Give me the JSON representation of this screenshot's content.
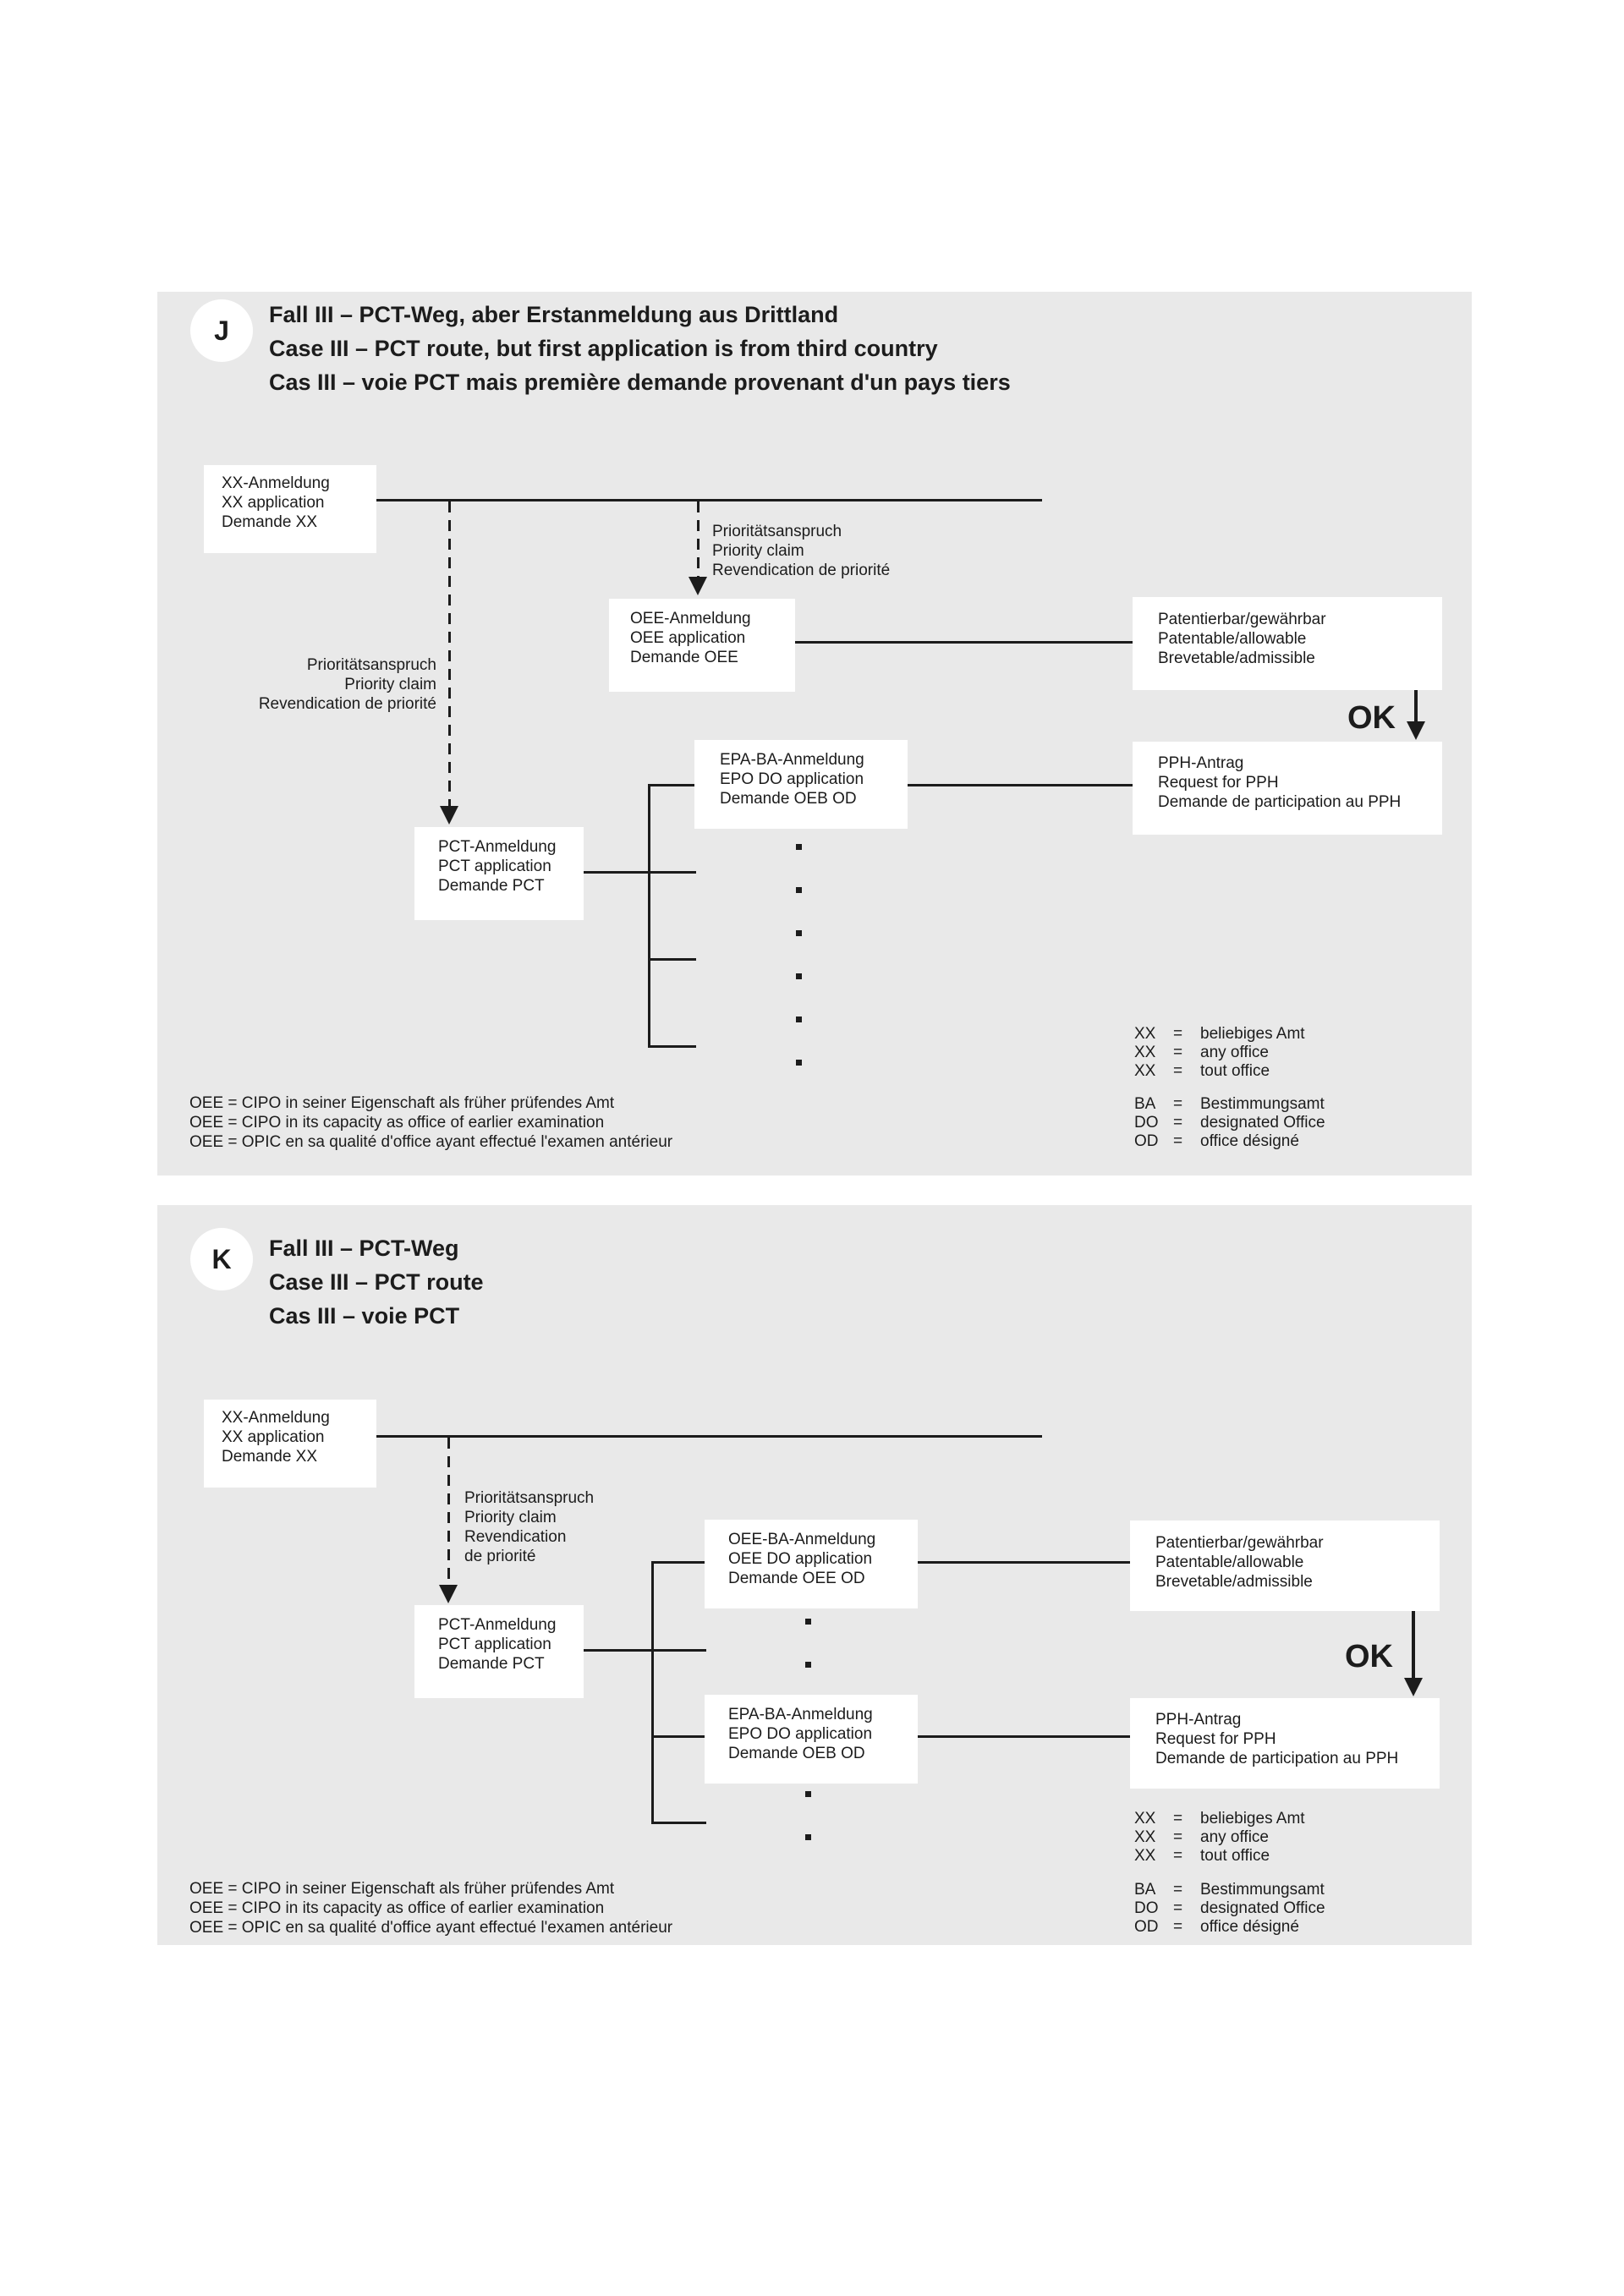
{
  "colors": {
    "panel_background": "#e9e9e9",
    "box_background": "#ffffff",
    "line": "#1c1c1c",
    "text": "#1c1c1c"
  },
  "panels": {
    "j": {
      "badge": "J",
      "title": [
        "Fall III – PCT-Weg, aber Erstanmeldung aus Drittland",
        "Case III – PCT route, but first application is from third country",
        "Cas III – voie PCT mais première demande provenant d'un pays tiers"
      ],
      "xx_box": [
        "XX-Anmeldung",
        "XX application",
        "Demande XX"
      ],
      "priority_right": [
        "Prioritätsanspruch",
        "Priority claim",
        "Revendication de priorité"
      ],
      "priority_left": [
        "Prioritätsanspruch",
        "Priority claim",
        "Revendication de priorité"
      ],
      "oee_box": [
        "OEE-Anmeldung",
        "OEE application",
        "Demande OEE"
      ],
      "patentable_box": [
        "Patentierbar/gewährbar",
        "Patentable/allowable",
        "Brevetable/admissible"
      ],
      "ok": "OK",
      "pph_box": [
        "PPH-Antrag",
        "Request for PPH",
        "Demande de participation au PPH"
      ],
      "epa_box": [
        "EPA-BA-Anmeldung",
        "EPO DO application",
        "Demande OEB OD"
      ],
      "pct_box": [
        "PCT-Anmeldung",
        "PCT application",
        "Demande PCT"
      ],
      "legend_xx": [
        [
          "XX",
          "=",
          "beliebiges Amt"
        ],
        [
          "XX",
          "=",
          "any office"
        ],
        [
          "XX",
          "=",
          "tout office"
        ]
      ],
      "legend_ba": [
        [
          "BA",
          "=",
          "Bestimmungsamt"
        ],
        [
          "DO",
          "=",
          "designated Office"
        ],
        [
          "OD",
          "=",
          "office désigné"
        ]
      ],
      "footer": [
        "OEE = CIPO in seiner Eigenschaft als früher prüfendes Amt",
        "OEE = CIPO in its capacity as office of earlier examination",
        "OEE = OPIC en sa qualité d'office ayant effectué l'examen antérieur"
      ]
    },
    "k": {
      "badge": "K",
      "title": [
        "Fall III – PCT-Weg",
        "Case III – PCT route",
        "Cas III – voie PCT"
      ],
      "xx_box": [
        "XX-Anmeldung",
        "XX application",
        "Demande XX"
      ],
      "priority_label": [
        "Prioritätsanspruch",
        "Priority claim",
        "Revendication",
        "de priorité"
      ],
      "oee_ba_box": [
        "OEE-BA-Anmeldung",
        "OEE DO application",
        "Demande OEE OD"
      ],
      "patentable_box": [
        "Patentierbar/gewährbar",
        "Patentable/allowable",
        "Brevetable/admissible"
      ],
      "ok": "OK",
      "pph_box": [
        "PPH-Antrag",
        "Request for PPH",
        "Demande de participation au PPH"
      ],
      "epa_ba_box": [
        "EPA-BA-Anmeldung",
        "EPO DO application",
        "Demande OEB OD"
      ],
      "pct_box": [
        "PCT-Anmeldung",
        "PCT application",
        "Demande PCT"
      ],
      "legend_xx": [
        [
          "XX",
          "=",
          "beliebiges Amt"
        ],
        [
          "XX",
          "=",
          "any office"
        ],
        [
          "XX",
          "=",
          "tout office"
        ]
      ],
      "legend_ba": [
        [
          "BA",
          "=",
          "Bestimmungsamt"
        ],
        [
          "DO",
          "=",
          "designated Office"
        ],
        [
          "OD",
          "=",
          "office désigné"
        ]
      ],
      "footer": [
        "OEE = CIPO in seiner Eigenschaft als früher prüfendes Amt",
        "OEE = CIPO in its capacity as office of earlier examination",
        "OEE = OPIC en sa qualité d'office ayant effectué l'examen antérieur"
      ]
    }
  }
}
